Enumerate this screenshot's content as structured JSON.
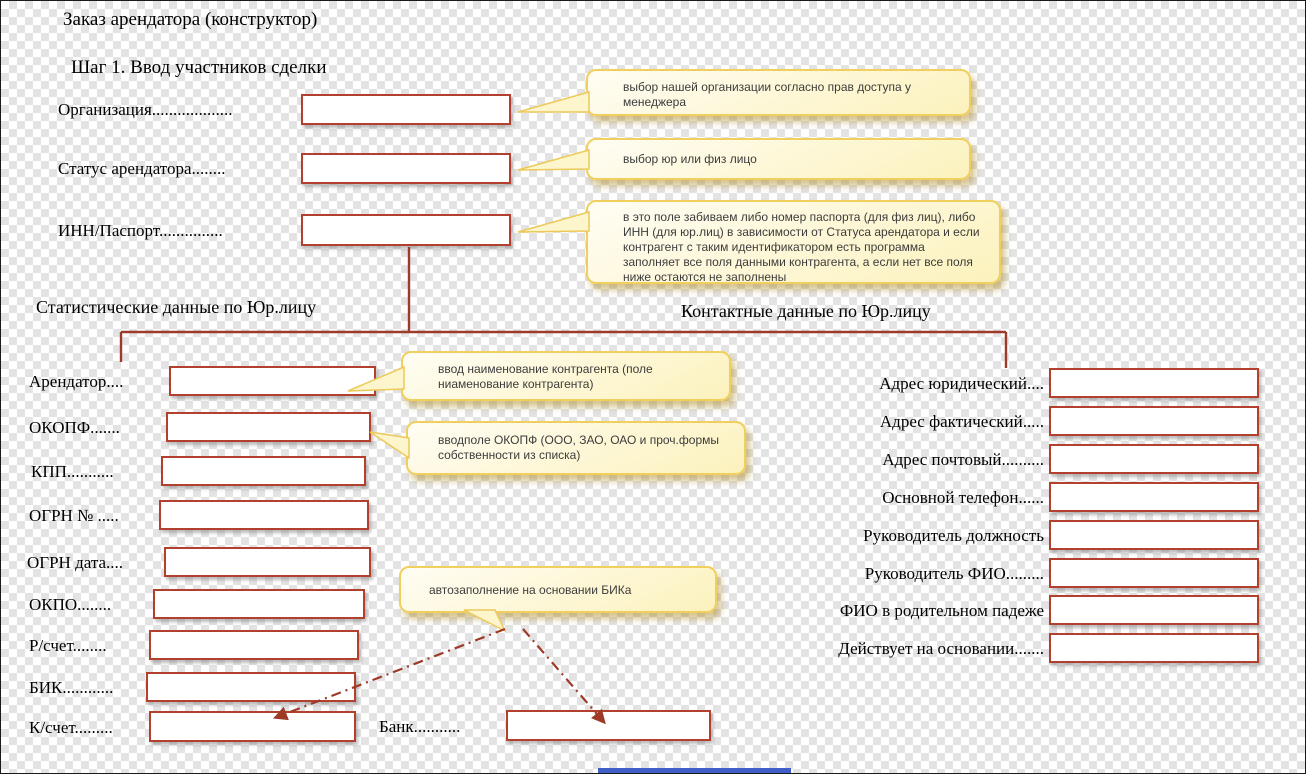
{
  "title": "Заказ арендатора (конструктор)",
  "step": "Шаг 1. Ввод участников сделки",
  "top_fields": {
    "organization": {
      "label": "Организация...................",
      "value": ""
    },
    "status": {
      "label": "Статус арендатора........",
      "value": ""
    },
    "inn": {
      "label": "ИНН/Паспорт...............",
      "value": ""
    }
  },
  "callouts": {
    "organization": "выбор нашей организации согласно прав доступа у менеджера",
    "status": "выбор юр или физ лицо",
    "inn": "в это поле забиваем либо номер паспорта (для физ лиц), либо ИНН (для юр.лиц) в зависимости от Статуса арендатора и если контрагент с таким идентификатором есть программа заполняет все поля данными контрагента, а если нет все поля ниже остаются не заполнены",
    "contractor_name": "ввод наименование контрагента (поле ниаменование контрагента)",
    "okopf": "вводполе ОКОПФ (ООО, ЗАО, ОАО и проч.формы собственности из списка)",
    "autofill_bik": "автозаполнение на основании БИКа"
  },
  "sections": {
    "left": "Статистические данные по Юр.лицу",
    "right": "Контактные данные по Юр.лицу"
  },
  "left_fields": [
    {
      "label": "Арендатор....",
      "value": ""
    },
    {
      "label": "ОКОПФ.......",
      "value": ""
    },
    {
      "label": "КПП...........",
      "value": ""
    },
    {
      "label": "ОГРН № .....",
      "value": ""
    },
    {
      "label": "ОГРН дата....",
      "value": ""
    },
    {
      "label": "ОКПО........",
      "value": ""
    },
    {
      "label": "Р/счет........",
      "value": ""
    },
    {
      "label": "БИК............",
      "value": ""
    },
    {
      "label": "К/счет.........",
      "value": ""
    }
  ],
  "right_fields": [
    {
      "label": "Адрес юридический....",
      "value": ""
    },
    {
      "label": "Адрес фактический.....",
      "value": ""
    },
    {
      "label": "Адрес почтовый..........",
      "value": ""
    },
    {
      "label": "Основной телефон......",
      "value": ""
    },
    {
      "label": "Руководитель должность",
      "value": ""
    },
    {
      "label": "Руководитель ФИО.........",
      "value": ""
    },
    {
      "label": "ФИО в родительном падеже",
      "value": ""
    },
    {
      "label": "Действует на основании.......",
      "value": ""
    }
  ],
  "bank": {
    "label": "Банк...........",
    "value": ""
  },
  "colors": {
    "field_border": "#b2402c",
    "callout_border": "#f0cf5e",
    "callout_fill": "#fcf2bd",
    "connector": "#9e3a28",
    "bottom_line": "#3f5ec7"
  }
}
